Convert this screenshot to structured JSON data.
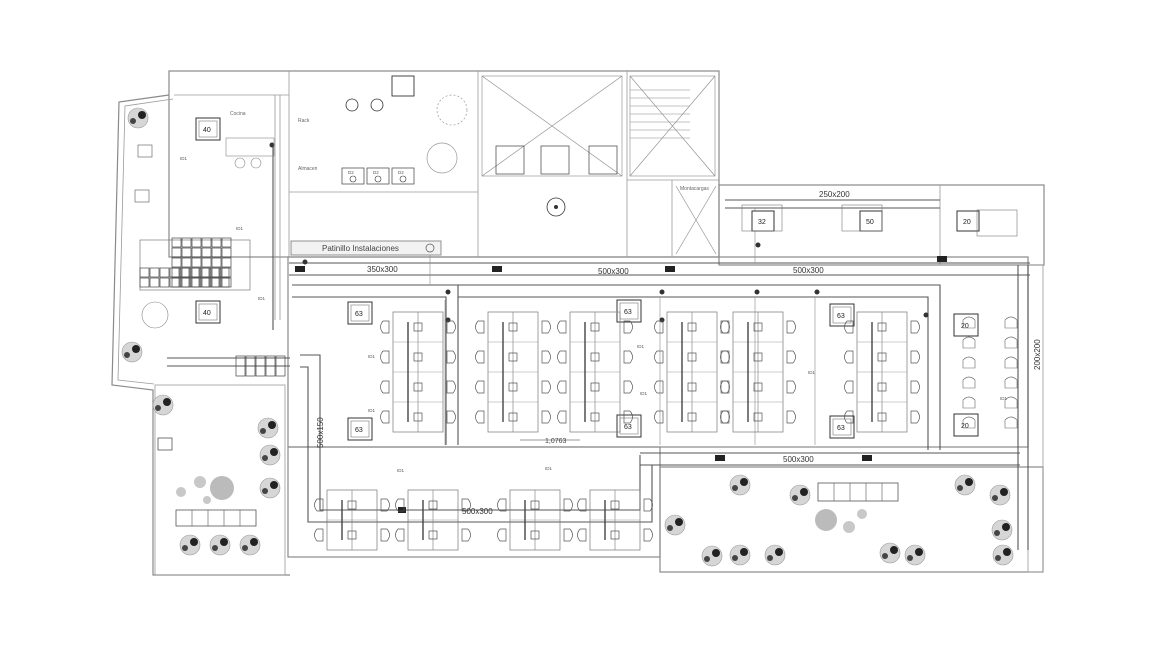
{
  "rooms": {
    "kitchen": "Cocina",
    "rack": "Rack",
    "storage": "Almacen",
    "shaft": "Patinillo Instalaciones",
    "freight": "Montacargas"
  },
  "ducts": [
    {
      "id": "d1",
      "label": "350x300"
    },
    {
      "id": "d2",
      "label": "500x300"
    },
    {
      "id": "d3",
      "label": "500x300"
    },
    {
      "id": "d4",
      "label": "250x200"
    },
    {
      "id": "d5",
      "label": "200x200"
    },
    {
      "id": "d6",
      "label": "500x150"
    },
    {
      "id": "d7",
      "label": "500x300"
    },
    {
      "id": "d8",
      "label": "500x300"
    }
  ],
  "units": [
    {
      "id": "u40a",
      "label": "40"
    },
    {
      "id": "u40b",
      "label": "40"
    },
    {
      "id": "u63a",
      "label": "63"
    },
    {
      "id": "u63b",
      "label": "63"
    },
    {
      "id": "u63c",
      "label": "63"
    },
    {
      "id": "u63d",
      "label": "63"
    },
    {
      "id": "u63e",
      "label": "63"
    },
    {
      "id": "u63f",
      "label": "63"
    },
    {
      "id": "u32",
      "label": "32"
    },
    {
      "id": "u50",
      "label": "50"
    },
    {
      "id": "u20a",
      "label": "20"
    },
    {
      "id": "u20b",
      "label": "20"
    },
    {
      "id": "u20c",
      "label": "20"
    },
    {
      "id": "ud2a",
      "label": "D2"
    },
    {
      "id": "ud2b",
      "label": "D2"
    },
    {
      "id": "ud2c",
      "label": "D2"
    }
  ],
  "dimension": "1,0763",
  "diffuser_tag": "ID1",
  "diffuser_tag_alt": "IDT"
}
